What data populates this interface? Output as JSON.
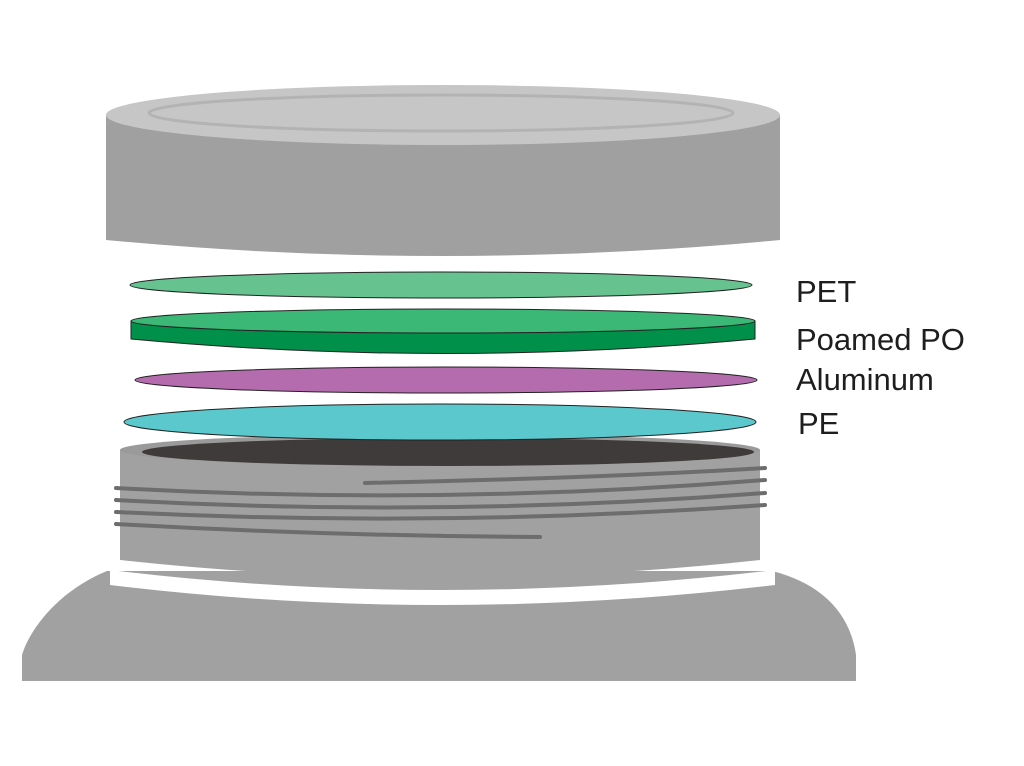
{
  "layers": [
    {
      "id": "pet",
      "label": "PET",
      "color": "#66c28f"
    },
    {
      "id": "foamed",
      "label": "Poamed PO",
      "color": "#00904a"
    },
    {
      "id": "aluminum",
      "label": "Aluminum",
      "color": "#b56cae"
    },
    {
      "id": "pe",
      "label": "PE",
      "color": "#5ac8cc"
    }
  ],
  "colors": {
    "cap_side": "#a0a0a0",
    "cap_top": "#c6c6c6",
    "bottle": "#a1a1a1",
    "bottle_opening": "#3f3b3b",
    "thread": "#6d6d6d",
    "background": "#ffffff"
  }
}
